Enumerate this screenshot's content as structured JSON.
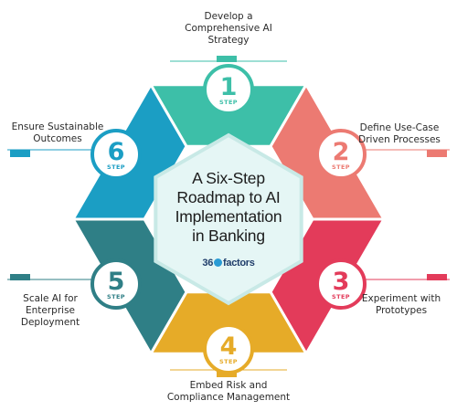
{
  "center": {
    "title_lines": [
      "A Six-Step",
      "Roadmap to AI",
      "Implementation",
      "in Banking"
    ],
    "logo_prefix": "36",
    "logo_suffix": "factors"
  },
  "step_word": "STEP",
  "steps": [
    {
      "number": "1",
      "color": "#3dbfa8",
      "label_lines": [
        "Develop a",
        "Comprehensive AI",
        "Strategy"
      ]
    },
    {
      "number": "2",
      "color": "#ec7a72",
      "label_lines": [
        "Define Use-Case",
        "Driven Processes"
      ]
    },
    {
      "number": "3",
      "color": "#e33b5a",
      "label_lines": [
        "Experiment with",
        "Prototypes"
      ]
    },
    {
      "number": "4",
      "color": "#e6ab28",
      "label_lines": [
        "Embed Risk and",
        "Compliance Management"
      ]
    },
    {
      "number": "5",
      "color": "#2f7f86",
      "label_lines": [
        "Scale AI for",
        "Enterprise",
        "Deployment"
      ]
    },
    {
      "number": "6",
      "color": "#1b9ec4",
      "label_lines": [
        "Ensure Sustainable",
        "Outcomes"
      ]
    }
  ],
  "center_fill": "#e5f6f5",
  "center_border": "#c8e9e6"
}
